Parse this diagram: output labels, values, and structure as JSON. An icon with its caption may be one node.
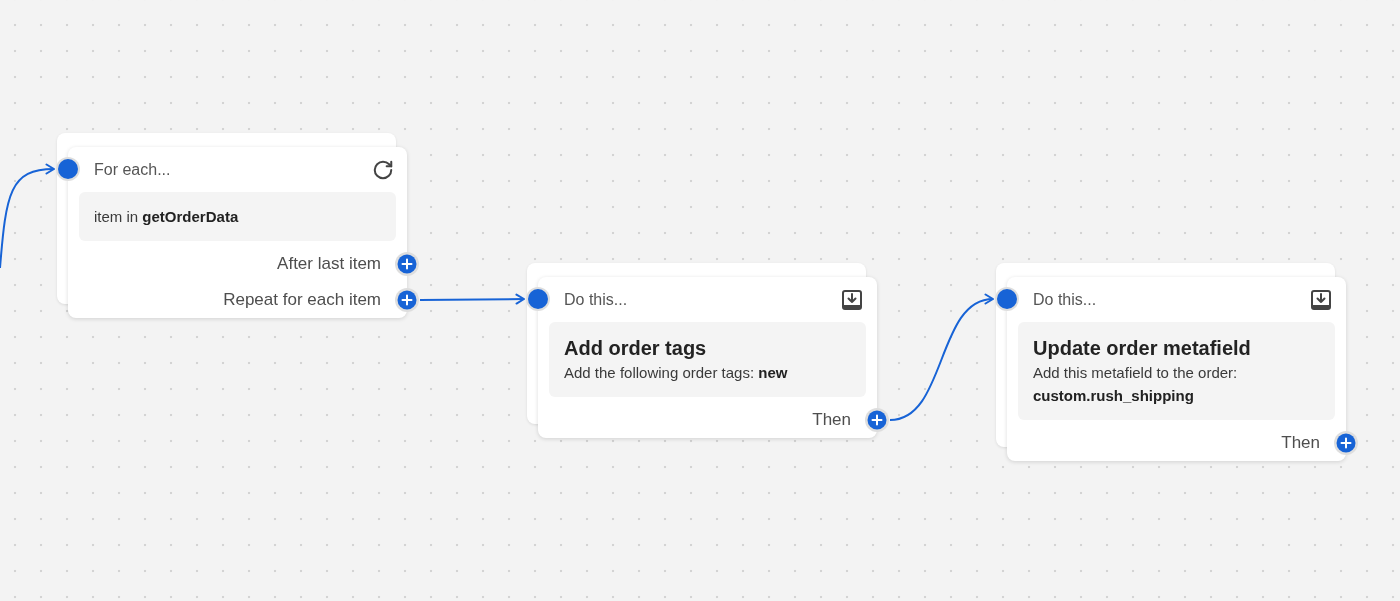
{
  "diagram": {
    "nodes": [
      {
        "text": [
          "For each...",
          "After last item",
          "Repeat for each item"
        ]
      },
      {
        "text": [
          "item in **getOrderData**"
        ],
        "in": 0
      },
      {
        "text": [
          "Do this...",
          "Then"
        ]
      },
      {
        "text": [
          "Add order tags",
          "Add the following order tags: **new**"
        ],
        "in": 2
      },
      {
        "text": [
          "Do this...",
          "Then"
        ]
      },
      {
        "text": [
          "Update order metafield",
          "Add this metafield to the order: **custom.rush_shipping**"
        ],
        "in": 4
      }
    ],
    "edges": [
      {
        "from": null,
        "to": 0,
        "arrow": "to"
      },
      {
        "from": 0,
        "to": 2,
        "arrow": "to"
      },
      {
        "from": 2,
        "to": 4,
        "arrow": "to"
      }
    ]
  }
}
